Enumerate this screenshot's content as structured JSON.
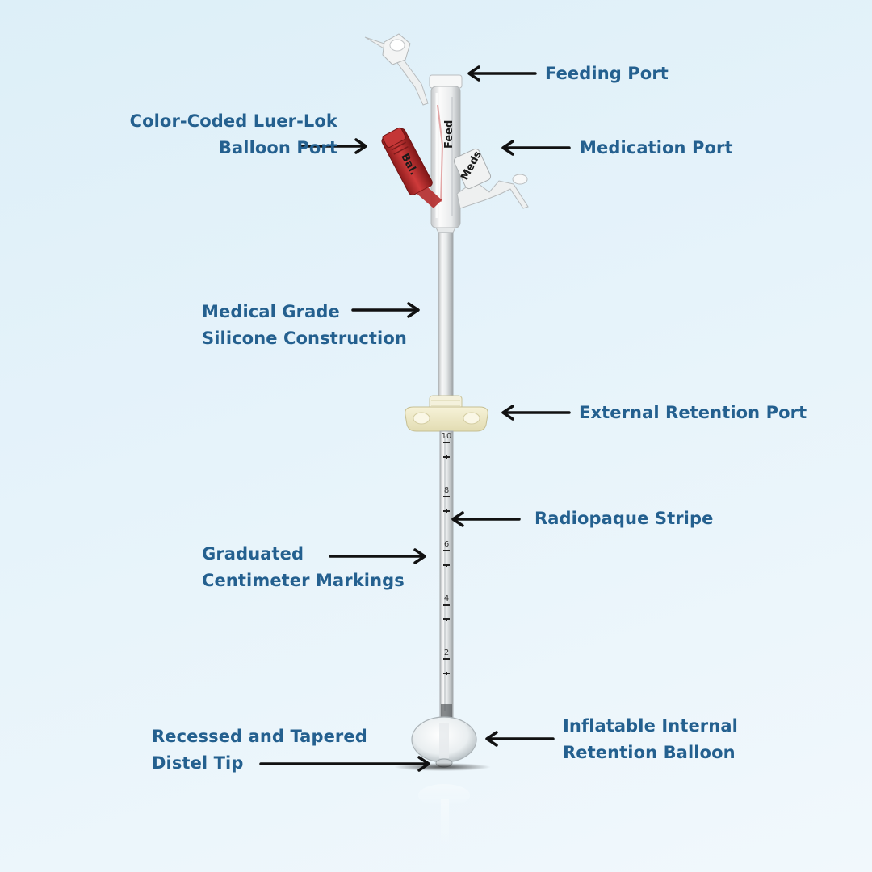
{
  "labels": {
    "feeding_port": "Feeding Port",
    "medication_port": "Medication Port",
    "balloon_port": [
      "Color-Coded Luer-Lok",
      "Balloon Port"
    ],
    "silicone": [
      "Medical Grade",
      "Silicone Construction"
    ],
    "external_retention": "External Retention Port",
    "radiopaque": "Radiopaque Stripe",
    "graduated": [
      "Graduated",
      "Centimeter Markings"
    ],
    "distal_tip": [
      "Recessed and Tapered",
      "Distel Tip"
    ],
    "balloon": [
      "Inflatable Internal",
      "Retention Balloon"
    ]
  },
  "device": {
    "feed_text": "Feed",
    "meds_text": "Meds",
    "bal_text": "Bal.",
    "scale_marks": [
      "10",
      "8",
      "6",
      "4",
      "2"
    ]
  },
  "colors": {
    "label_text": "#24608f",
    "arrow": "#111111",
    "balloon_port": "#b42a2a",
    "background": "#e3f1f9"
  }
}
